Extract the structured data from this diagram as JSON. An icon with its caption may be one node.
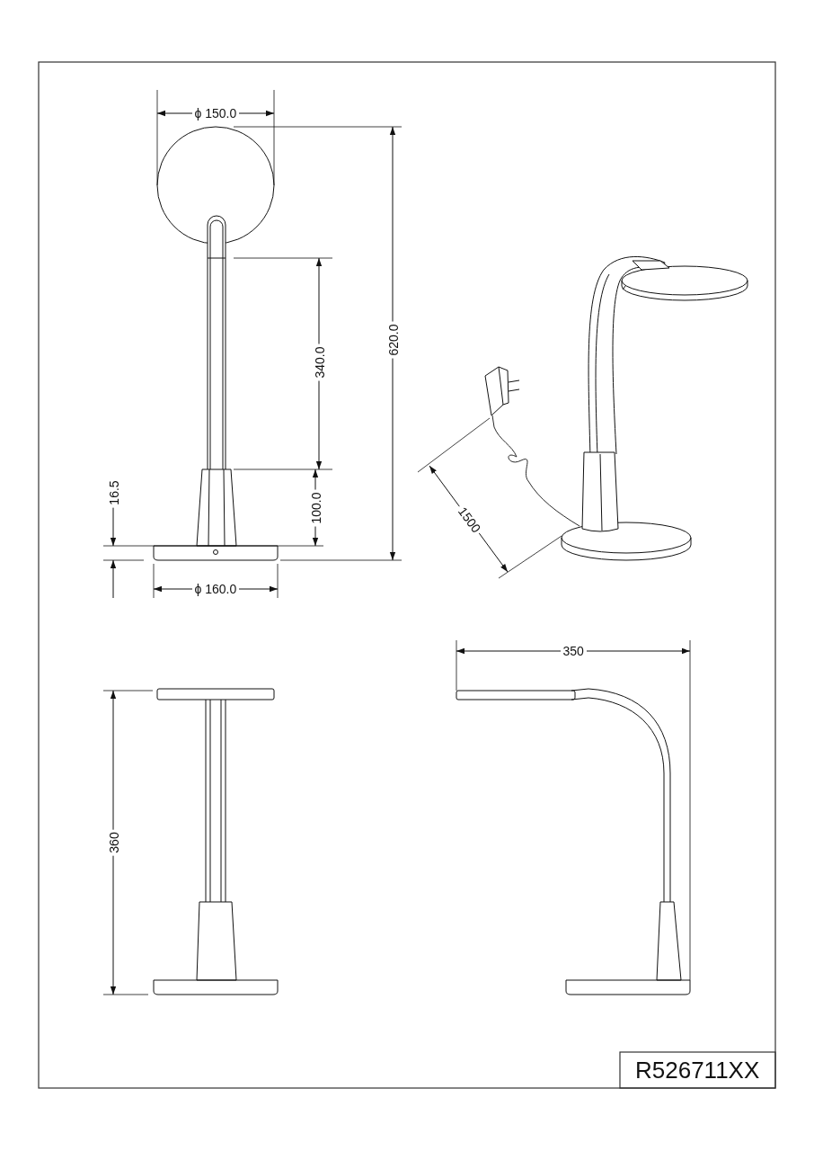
{
  "diagram": {
    "labels": [
      "ϕ 150.0",
      "620.0",
      "340.0",
      "16.5",
      "100.0",
      "ϕ 160.0",
      "1500",
      "350",
      "360",
      "R526711XX"
    ]
  }
}
